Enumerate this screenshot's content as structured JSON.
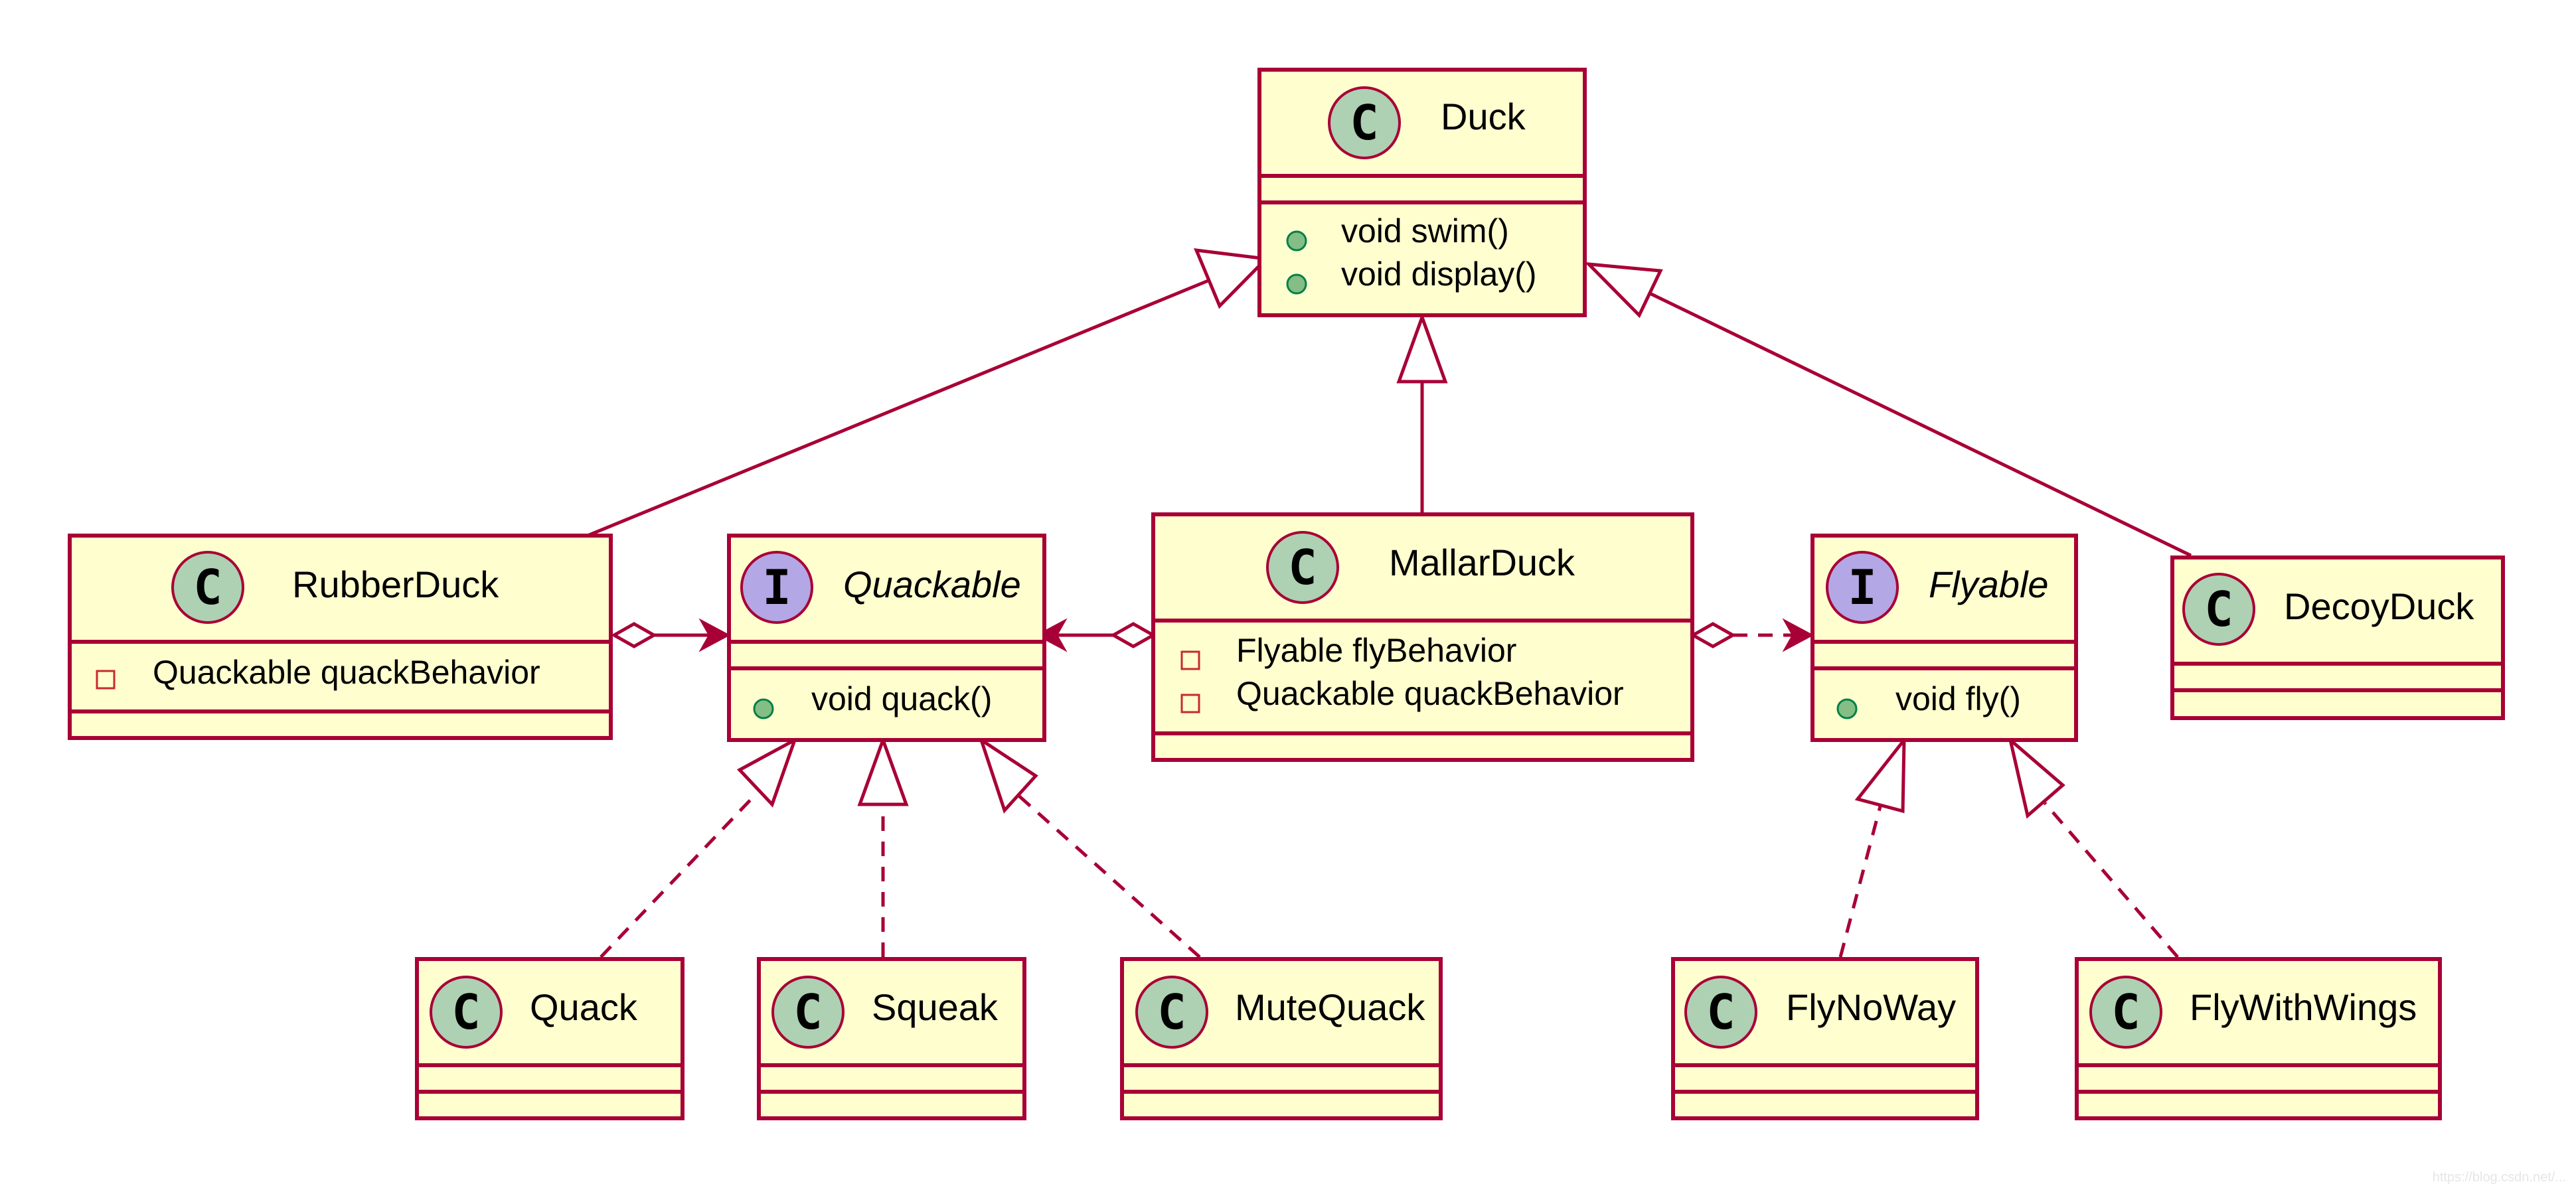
{
  "classes": {
    "duck": {
      "name": "Duck",
      "stereotype": "C",
      "members": [
        "void swim()",
        "void display()"
      ]
    },
    "rubber_duck": {
      "name": "RubberDuck",
      "stereotype": "C",
      "members": [
        "Quackable quackBehavior"
      ]
    },
    "quackable": {
      "name": "Quackable",
      "stereotype": "I",
      "members": [
        "void quack()"
      ]
    },
    "mallar_duck": {
      "name": "MallarDuck",
      "stereotype": "C",
      "members": [
        "Flyable flyBehavior",
        "Quackable quackBehavior"
      ]
    },
    "flyable": {
      "name": "Flyable",
      "stereotype": "I",
      "members": [
        "void fly()"
      ]
    },
    "decoy_duck": {
      "name": "DecoyDuck",
      "stereotype": "C",
      "members": []
    },
    "quack": {
      "name": "Quack",
      "stereotype": "C",
      "members": []
    },
    "squeak": {
      "name": "Squeak",
      "stereotype": "C",
      "members": []
    },
    "mute_quack": {
      "name": "MuteQuack",
      "stereotype": "C",
      "members": []
    },
    "fly_no_way": {
      "name": "FlyNoWay",
      "stereotype": "C",
      "members": []
    },
    "fly_with_wings": {
      "name": "FlyWithWings",
      "stereotype": "C",
      "members": []
    }
  },
  "relations": [
    {
      "type": "inheritance",
      "from": "RubberDuck",
      "to": "Duck"
    },
    {
      "type": "inheritance",
      "from": "MallarDuck",
      "to": "Duck"
    },
    {
      "type": "inheritance",
      "from": "DecoyDuck",
      "to": "Duck"
    },
    {
      "type": "aggregation",
      "from": "RubberDuck",
      "to": "Quackable"
    },
    {
      "type": "aggregation",
      "from": "MallarDuck",
      "to": "Quackable"
    },
    {
      "type": "aggregation",
      "from": "MallarDuck",
      "to": "Flyable"
    },
    {
      "type": "realization",
      "from": "Quack",
      "to": "Quackable"
    },
    {
      "type": "realization",
      "from": "Squeak",
      "to": "Quackable"
    },
    {
      "type": "realization",
      "from": "MuteQuack",
      "to": "Quackable"
    },
    {
      "type": "realization",
      "from": "FlyNoWay",
      "to": "Flyable"
    },
    {
      "type": "realization",
      "from": "FlyWithWings",
      "to": "Flyable"
    }
  ],
  "colors": {
    "box_fill": "#FEFECE",
    "border": "#A80036",
    "class_badge": "#ADD1B2",
    "interface_badge": "#B4A7E5",
    "public_marker": "#84BE84",
    "private_marker": "#C82930"
  },
  "watermark": "https://blog.csdn.net/..."
}
